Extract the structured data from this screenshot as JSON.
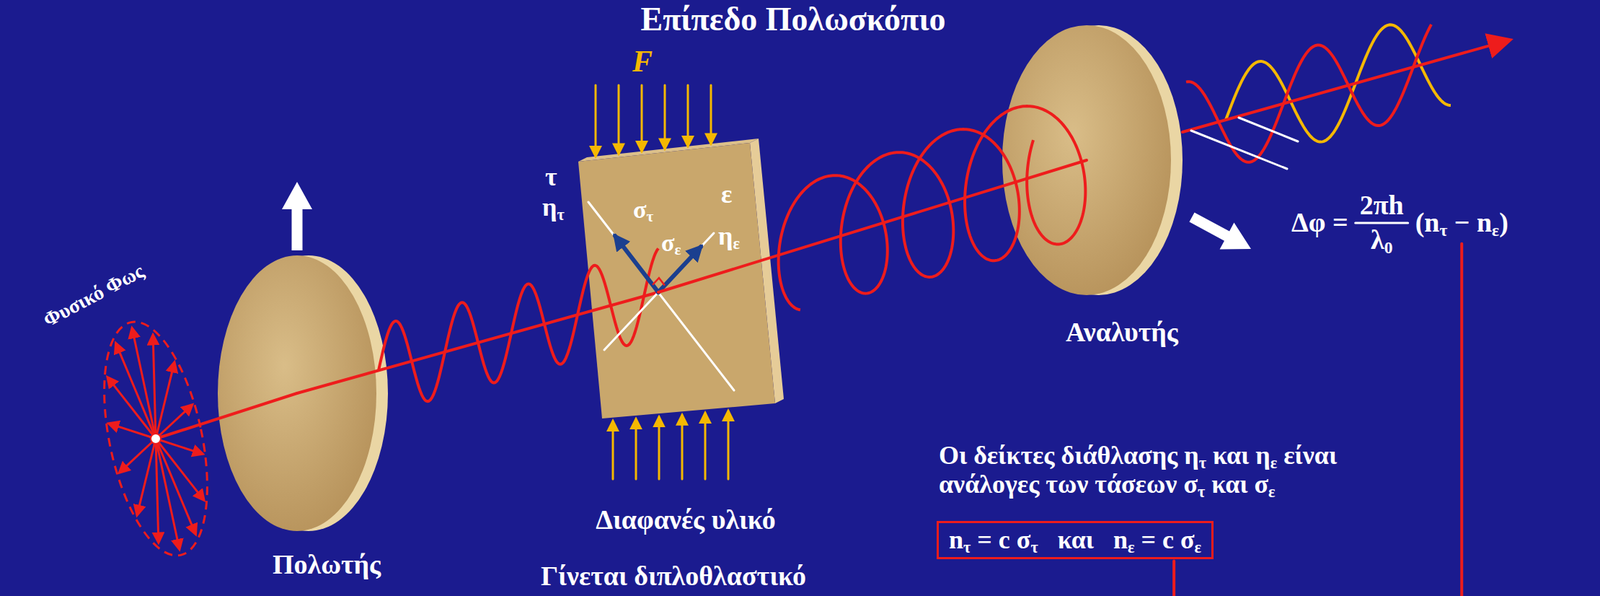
{
  "diagram": {
    "title": "Επίπεδο Πολωσκόπιο",
    "nodes": [
      {
        "text": [
          "nτ = c στ   και   nε = c σε"
        ]
      }
    ],
    "labels": [
      "Φυσικό Φως",
      "Πολωτής",
      "F",
      "τ",
      "ητ",
      "στ",
      "σε",
      "ε",
      "ηε",
      "Διαφανές υλικό",
      "Γίνεται διπλοθλαστικό",
      "Αναλυτής",
      "Δφ =",
      "2πh",
      "λ0",
      "(nτ − nε)",
      "Οι δείκτες διάθλασης ητ και ηε είναι ανάλογες των τάσεων στ και σε"
    ]
  }
}
